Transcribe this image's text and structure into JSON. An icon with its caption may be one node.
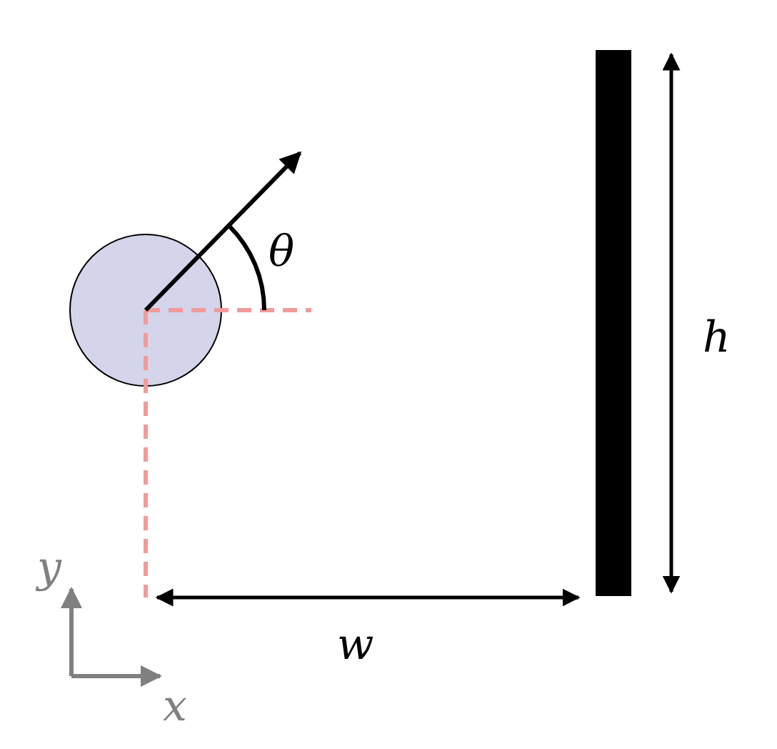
{
  "diagram": {
    "nodes": [
      {
        "text": [],
        "shape": "circle"
      },
      {
        "text": [],
        "shape": "bar"
      }
    ],
    "labels": [
      "θ",
      "h",
      "y",
      "w",
      "x"
    ]
  }
}
